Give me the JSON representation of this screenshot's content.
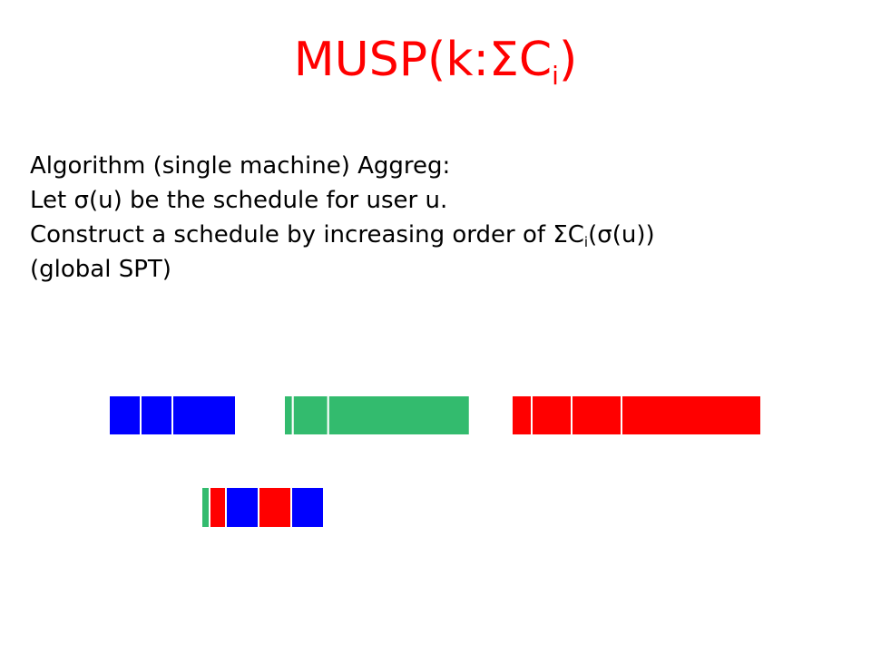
{
  "title": {
    "main": "MUSP(k:",
    "sigma": "Σ",
    "c": "C",
    "sub": "i",
    "close": ")"
  },
  "body": {
    "line1": "Algorithm (single machine) Aggreg:",
    "line2_pre": "Let ",
    "line2_sigma": "σ",
    "line2_post": "(u) be the schedule for user u.",
    "line3_pre": "Construct a schedule by increasing order of ",
    "line3_sum": "Σ",
    "line3_c": "C",
    "line3_sub": "i",
    "line3_paren": "(",
    "line3_sigma": "σ",
    "line3_post": "(u))",
    "line4": "(global SPT)"
  },
  "colors": {
    "blue": "#0000ff",
    "green": "#33bb6e",
    "red": "#ff0000",
    "title": "#ff0000"
  },
  "schedules": [
    {
      "name": "user-schedule-blue",
      "color": "blue",
      "job_durations": [
        1,
        1,
        2
      ]
    },
    {
      "name": "user-schedule-green",
      "color": "green",
      "job_durations": [
        0.25,
        1,
        4
      ]
    },
    {
      "name": "user-schedule-red",
      "color": "red",
      "job_durations": [
        0.5,
        1,
        1.25,
        3.5
      ]
    },
    {
      "name": "aggregated-schedule",
      "job_durations": [
        0.25,
        0.5,
        1,
        1,
        1
      ],
      "job_colors": [
        "green",
        "red",
        "blue",
        "red",
        "blue"
      ]
    }
  ]
}
